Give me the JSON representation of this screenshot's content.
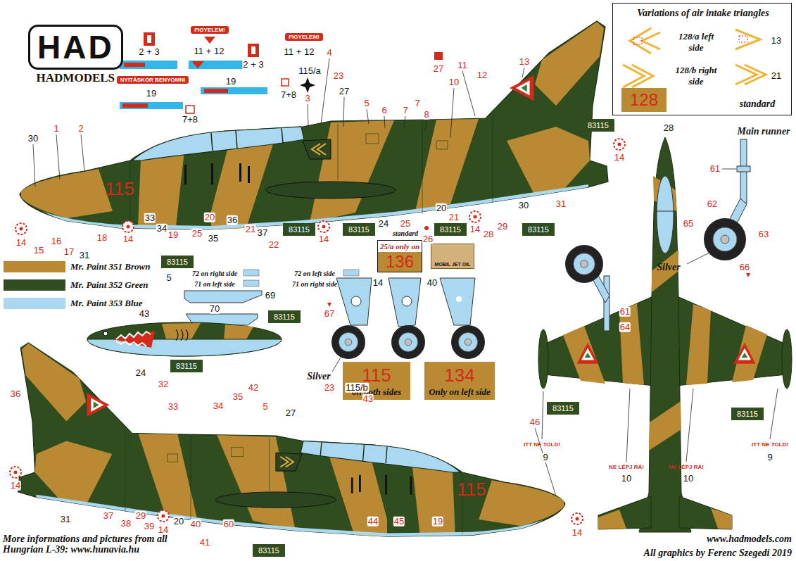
{
  "diagram": {
    "nodes": [
      {
        "text": [
          "HAD",
          "HADMODELS"
        ]
      },
      {
        "text": [
          "Variations of air intake triangles",
          "128/a left side",
          "13",
          "128/b right side",
          "21",
          "standard"
        ]
      },
      {
        "text": [
          "128"
        ],
        "in": 1
      },
      {
        "text": [
          "FIGYELEM!"
        ]
      },
      {
        "text": [
          "FIGYELEM!"
        ]
      },
      {
        "text": [
          "NYITÁSKOR BENYOMNI"
        ]
      },
      {
        "text": [
          "83115"
        ]
      },
      {
        "text": [
          "83115"
        ]
      },
      {
        "text": [
          "83115"
        ]
      },
      {
        "text": [
          "83115"
        ]
      },
      {
        "text": [
          "83115"
        ]
      },
      {
        "text": [
          "25/a only on",
          "136"
        ]
      },
      {
        "text": [
          "MOBIL JET OIL"
        ]
      },
      {
        "text": [
          "83115"
        ]
      },
      {
        "text": [
          "83115"
        ]
      },
      {
        "text": [
          "83115"
        ]
      },
      {
        "text": [
          "115",
          "on both sides"
        ]
      },
      {
        "text": [
          "134",
          "Only on left side"
        ]
      },
      {
        "text": [
          "83115"
        ]
      },
      {
        "text": [
          "83115"
        ]
      },
      {
        "text": [
          "83115"
        ]
      }
    ],
    "labels": [
      "2 + 3",
      "11 + 12",
      "2 + 3",
      "11 + 12",
      "115/a",
      "19",
      "7+8",
      "3",
      "19",
      "7+8",
      "4",
      "23",
      "27",
      "5",
      "6",
      "7",
      "7",
      "8",
      "27",
      "11",
      "10",
      "12",
      "13",
      "30",
      "1",
      "2",
      "115",
      "28",
      "Main runner",
      "14",
      "61",
      "30",
      "31",
      "62",
      "33",
      "20",
      "34",
      "19",
      "25",
      "35",
      "36",
      "21",
      "37",
      "22",
      "24",
      "25",
      "standard",
      "26",
      "20",
      "21",
      "14",
      "28",
      "29",
      "15",
      "16",
      "17",
      "31",
      "18",
      "14",
      "14",
      "14",
      "65",
      "63",
      "66",
      "Silver",
      "61",
      "64",
      "72 on right side",
      "71 on left side",
      "69",
      "72 on left side",
      "71 on right side",
      "70",
      "5",
      "43",
      "24",
      "14",
      "40",
      "67",
      "Silver",
      "36",
      "32",
      "33",
      "34",
      "35",
      "42",
      "5",
      "27",
      "23",
      "115/b",
      "43",
      "46",
      "115",
      "14",
      "31",
      "37",
      "38",
      "29",
      "39",
      "14",
      "20",
      "40",
      "41",
      "60",
      "44",
      "45",
      "19",
      "14",
      "ITT NE TOLD!",
      "9",
      "NE LÉPJ RÁ!",
      "10",
      "NE LÉPJ RÁ!",
      "10",
      "ITT NE TOLD!",
      "9",
      "More informations and pictures from all Hungrian L-39: www.hunavia.hu",
      "www.hadmodels.com",
      "All graphics by Ferenc Szegedi 2019"
    ],
    "legend": [
      {
        "text": "Mr. Paint 351 Brown",
        "color": "#b98a33"
      },
      {
        "text": "Mr. Paint 352 Green",
        "color": "#2f4d1f"
      },
      {
        "text": "Mr. Paint 353 Blue",
        "color": "#a9d8f0"
      }
    ]
  }
}
